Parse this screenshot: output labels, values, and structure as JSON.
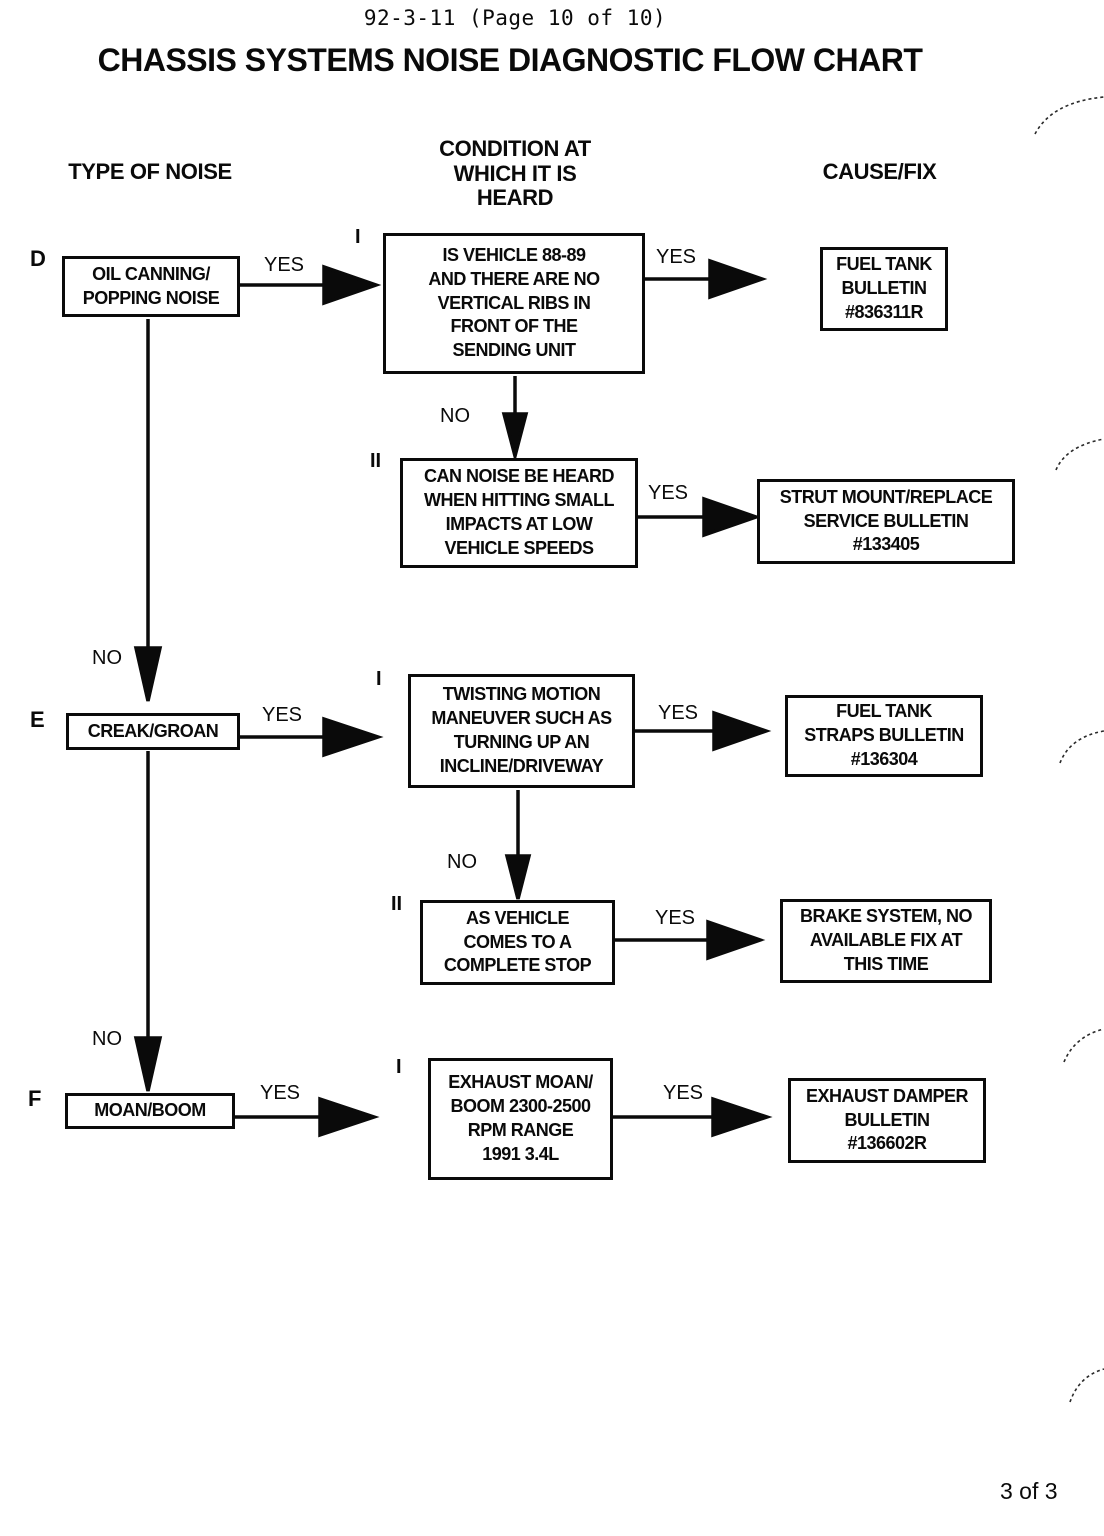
{
  "page": {
    "doc_ref": "92-3-11 (Page 10 of 10)",
    "title": "CHASSIS SYSTEMS NOISE DIAGNOSTIC FLOW CHART",
    "page_indicator": "3 of 3"
  },
  "columns": {
    "type_of_noise": "TYPE OF NOISE",
    "condition": "CONDITION AT\nWHICH IT IS\nHEARD",
    "cause_fix": "CAUSE/FIX"
  },
  "labels": {
    "yes": "YES",
    "no": "NO"
  },
  "rows": [
    {
      "letter": "D",
      "noise": "OIL CANNING/\nPOPPING NOISE",
      "branches": [
        {
          "numeral": "I",
          "condition": "IS VEHICLE 88-89\nAND THERE ARE NO\nVERTICAL RIBS IN\nFRONT OF THE\nSENDING UNIT",
          "fix": "FUEL TANK\nBULLETIN\n#836311R"
        },
        {
          "numeral": "II",
          "condition": "CAN NOISE BE HEARD\nWHEN HITTING SMALL\nIMPACTS AT LOW\nVEHICLE SPEEDS",
          "fix": "STRUT MOUNT/REPLACE\nSERVICE BULLETIN\n#133405"
        }
      ]
    },
    {
      "letter": "E",
      "noise": "CREAK/GROAN",
      "branches": [
        {
          "numeral": "I",
          "condition": "TWISTING MOTION\nMANEUVER SUCH AS\nTURNING UP AN\nINCLINE/DRIVEWAY",
          "fix": "FUEL TANK\nSTRAPS BULLETIN\n#136304"
        },
        {
          "numeral": "II",
          "condition": "AS VEHICLE\nCOMES TO A\nCOMPLETE STOP",
          "fix": "BRAKE SYSTEM, NO\nAVAILABLE FIX AT\nTHIS TIME"
        }
      ]
    },
    {
      "letter": "F",
      "noise": "MOAN/BOOM",
      "branches": [
        {
          "numeral": "I",
          "condition": "EXHAUST MOAN/\nBOOM 2300-2500\nRPM RANGE\n1991 3.4L",
          "fix": "EXHAUST DAMPER\nBULLETIN\n#136602R"
        }
      ]
    }
  ]
}
